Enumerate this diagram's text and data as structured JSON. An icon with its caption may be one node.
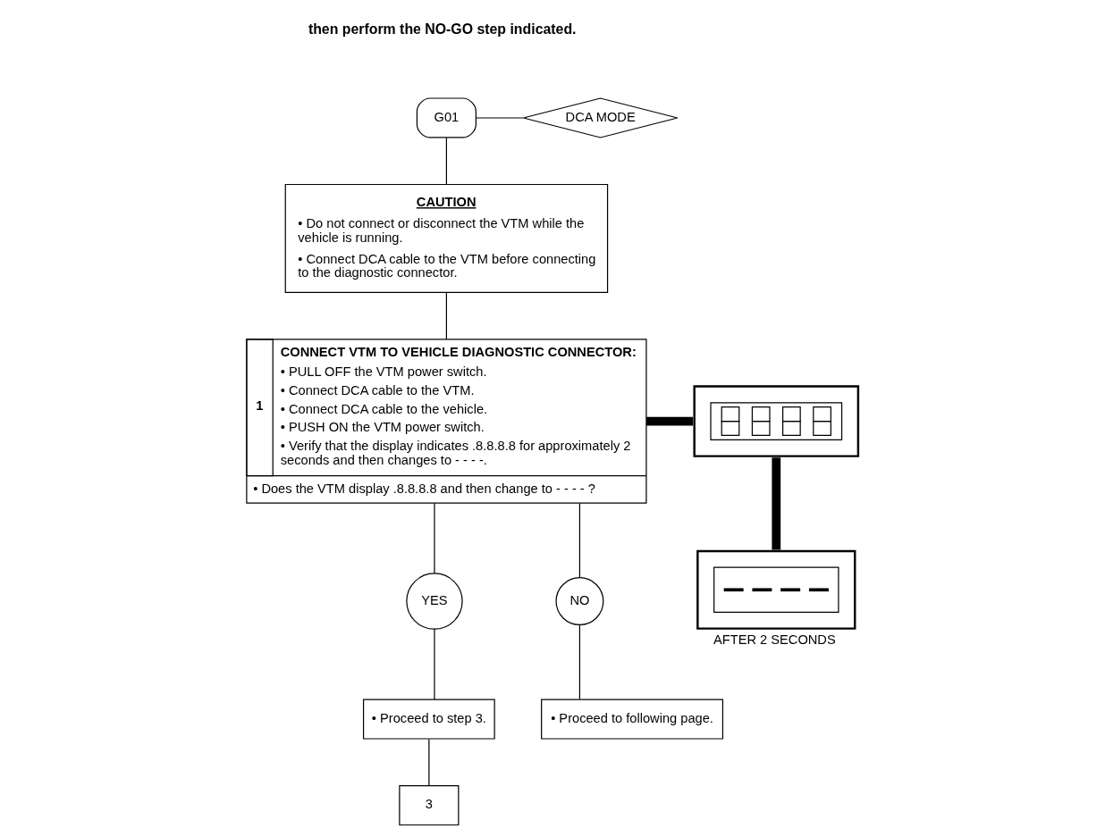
{
  "diagram": {
    "nodes": [
      {
        "text": [
          "G01"
        ]
      },
      {
        "text": [
          "DCA MODE"
        ]
      },
      {
        "text": [
          "CAUTION",
          "• Do not connect or disconnect the VTM while the vehicle is running.",
          "• Connect DCA cable to the VTM before connecting to the diagnostic connector."
        ]
      },
      {
        "text": [
          "1",
          "CONNECT VTM TO VEHICLE DIAGNOSTIC CONNECTOR:",
          "• PULL OFF the VTM power switch.",
          "• Connect DCA cable to the VTM.",
          "• Connect DCA cable to the vehicle.",
          "• PUSH ON the VTM power switch.",
          "• Verify that the display indicates .8.8.8.8 for approximately 2 seconds and then changes to - - - -.",
          "• Does the VTM display .8.8.8.8 and then change to - - - - ?"
        ]
      },
      {
        "text": [
          "YES"
        ]
      },
      {
        "text": [
          "NO"
        ]
      },
      {
        "text": [
          "• Proceed to step 3."
        ]
      },
      {
        "text": [
          "• Proceed to following page."
        ]
      },
      {
        "text": [
          "3"
        ]
      },
      {
        "text": [],
        "shape": "picture"
      },
      {
        "text": [],
        "shape": "picture",
        "beside": [
          "AFTER 2 SECONDS"
        ]
      }
    ],
    "edges": [
      {
        "from": 0,
        "to": 1,
        "arrow": "none"
      },
      {
        "from": 0,
        "to": 2,
        "arrow": "none"
      },
      {
        "from": 2,
        "to": 3,
        "arrow": "none"
      },
      {
        "from": 3,
        "to": 4,
        "arrow": "none"
      },
      {
        "from": 3,
        "to": 5,
        "arrow": "none"
      },
      {
        "from": 4,
        "to": 6,
        "arrow": "none"
      },
      {
        "from": 5,
        "to": 7,
        "arrow": "none"
      },
      {
        "from": 6,
        "to": 8,
        "arrow": "none"
      },
      {
        "from": 3,
        "to": 9,
        "arrow": "none",
        "style": "thick"
      },
      {
        "from": 9,
        "to": 10,
        "arrow": "none",
        "style": "thick"
      }
    ],
    "labels": [
      "then perform the NO-GO step indicated."
    ]
  }
}
